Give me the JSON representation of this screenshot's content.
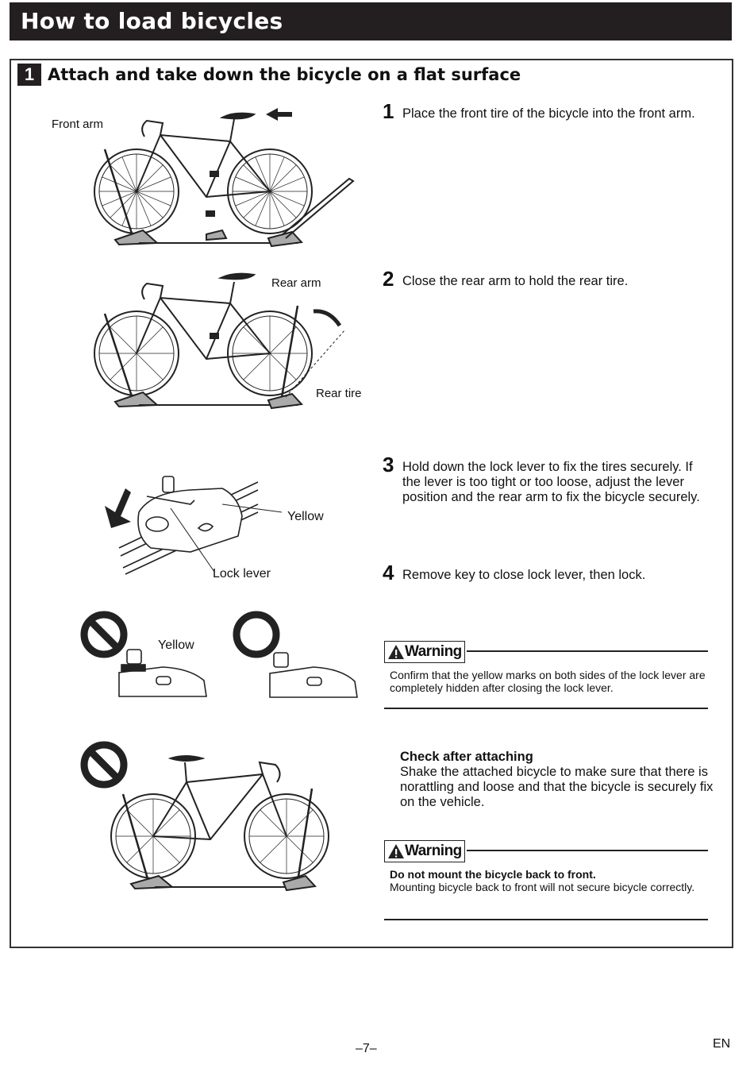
{
  "header": {
    "title": "How to load bicycles"
  },
  "section": {
    "number": "1",
    "title": "Attach and take down the bicycle on a flat surface"
  },
  "steps": [
    {
      "num": "1",
      "text": "Place the front tire of the bicycle into the front arm."
    },
    {
      "num": "2",
      "text": "Close the rear arm to hold the rear tire."
    },
    {
      "num": "3",
      "text": "Hold down the lock lever to fix the tires securely.  If the lever is too tight or too loose, adjust the lever position and the rear arm to fix the bicycle securely."
    },
    {
      "num": "4",
      "text": "Remove key to close lock lever, then lock."
    }
  ],
  "warnings": [
    {
      "label": "Warning",
      "bold": "",
      "text": "Confirm that the yellow marks on both sides of the lock lever are completely hidden after closing the lock lever."
    },
    {
      "label": "Warning",
      "bold": "Do not mount the bicycle back to front.",
      "text": "Mounting bicycle back to front will not secure bicycle correctly."
    }
  ],
  "check": {
    "title": "Check after attaching",
    "text": "Shake the attached bicycle to make sure that there is norattling and loose and that the bicycle is securely fix on the vehicle."
  },
  "figure_labels": {
    "front_arm": "Front arm",
    "rear_arm": "Rear arm",
    "rear_tire": "Rear tire",
    "yellow": "Yellow",
    "lock_lever": "Lock lever",
    "yellow_2": "Yellow"
  },
  "footer": {
    "page": "–7–",
    "lang": "EN"
  },
  "icons": [
    "warning-triangle-icon",
    "prohibited-icon",
    "ok-circle-icon",
    "arrow-left-icon",
    "curved-arrow-icon",
    "down-arrow-icon"
  ]
}
